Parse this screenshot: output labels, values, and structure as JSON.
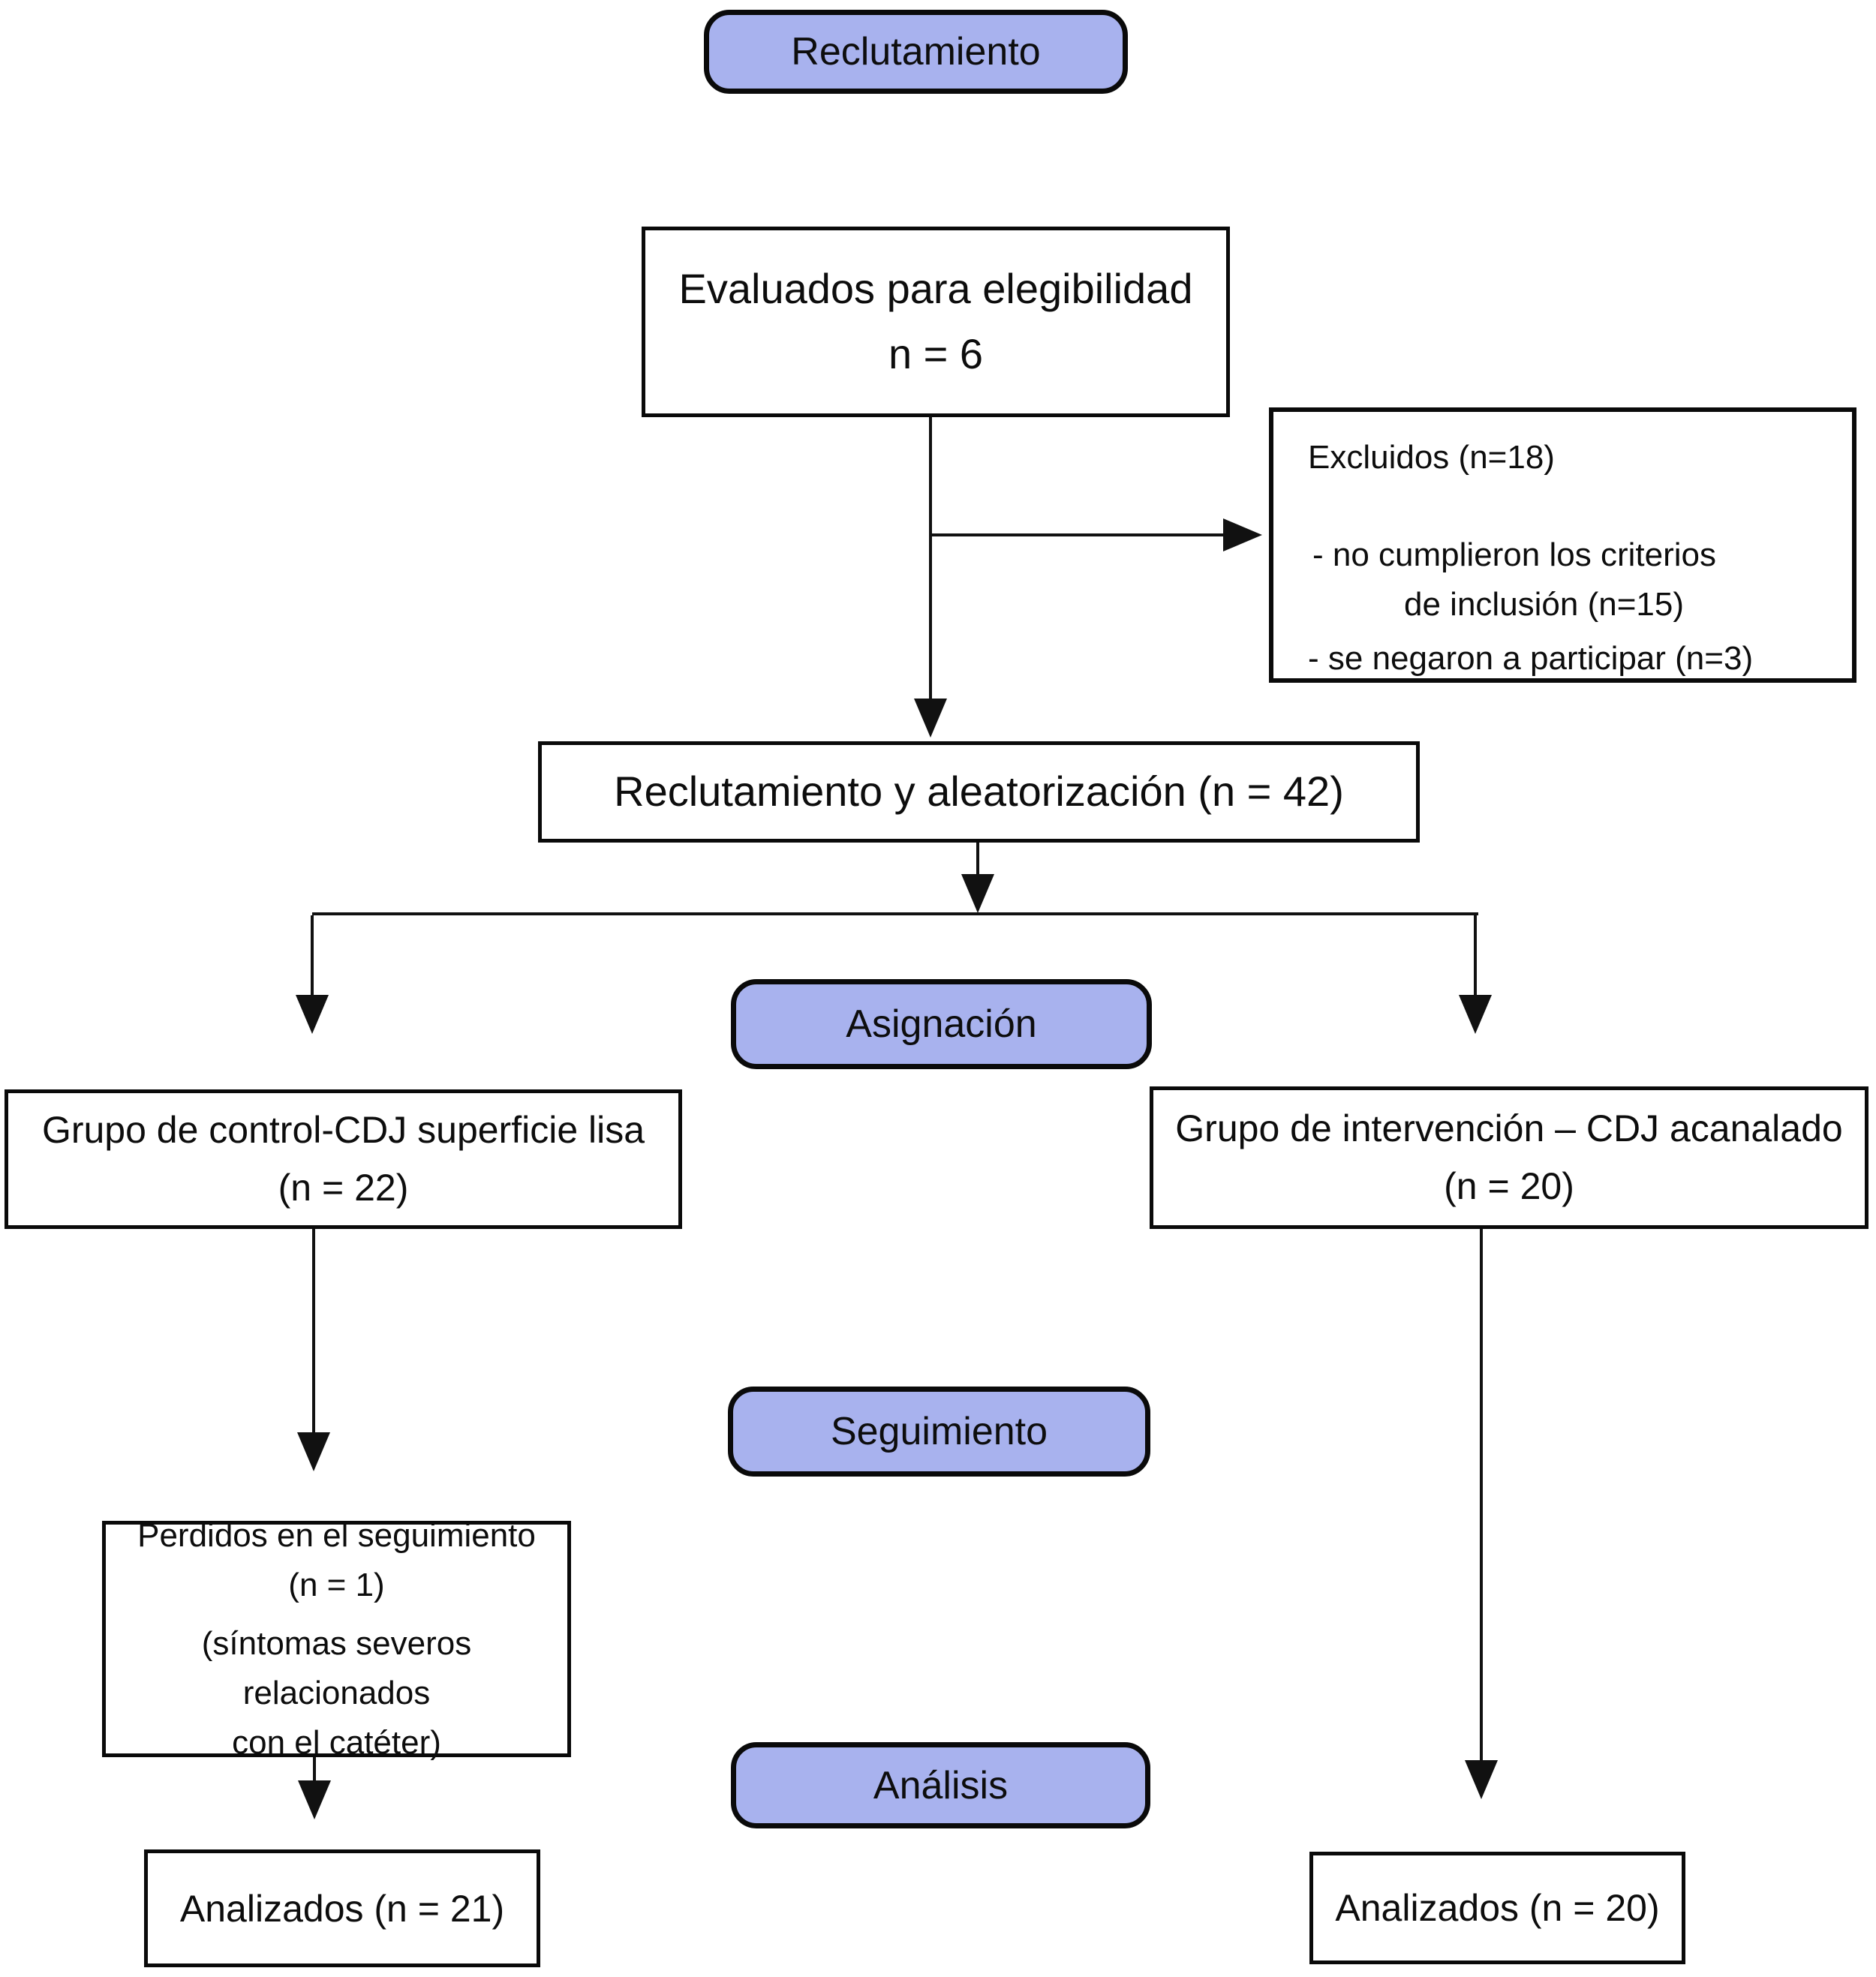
{
  "phases": {
    "recruitment": "Reclutamiento",
    "allocation": "Asignación",
    "followup": "Seguimiento",
    "analysis": "Análisis"
  },
  "boxes": {
    "eligibility": {
      "line1": "Evaluados para elegibilidad",
      "line2": "n = 6"
    },
    "excluded": {
      "title": "Excluidos (n=18)",
      "item1_line1": "-  no cumplieron los criterios",
      "item1_line2": "de inclusión (n=15)",
      "item2": "-  se negaron a participar (n=3)"
    },
    "randomization": {
      "label": "Reclutamiento y aleatorización (n = 42)"
    },
    "control_group": {
      "line1": "Grupo de control-CDJ superficie lisa",
      "line2": "(n = 22)"
    },
    "intervention_group": {
      "line1": "Grupo de intervención – CDJ acanalado",
      "line2": "(n = 20)"
    },
    "lost_followup": {
      "line1": "Perdidos en el seguimiento",
      "line2": "(n = 1)",
      "line3": "(síntomas severos relacionados",
      "line4": "con el catéter)"
    },
    "analyzed_control": {
      "label": "Analizados (n = 21)"
    },
    "analyzed_intervention": {
      "label": "Analizados (n = 20)"
    }
  },
  "colors": {
    "phase_fill": "#a8b2ee",
    "line": "#111111",
    "background": "#ffffff"
  }
}
